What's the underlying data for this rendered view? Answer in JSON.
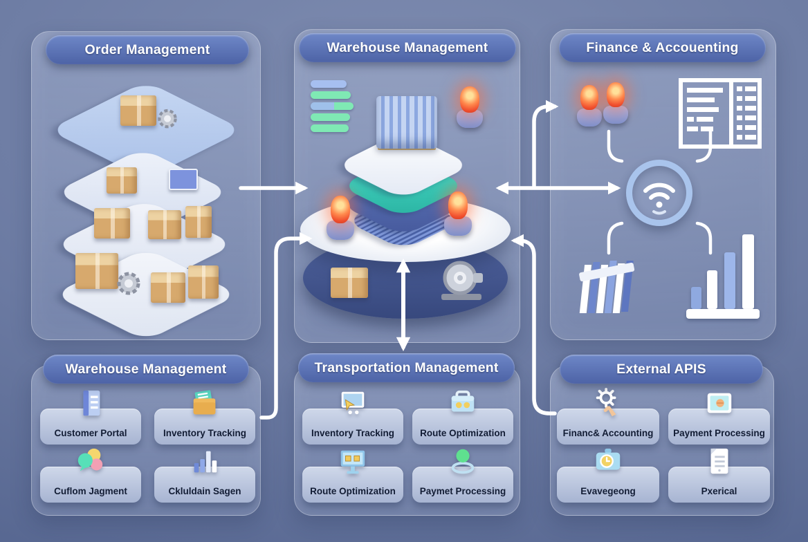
{
  "panels": {
    "order": {
      "title": "Order Management"
    },
    "warehouse_top": {
      "title": "Warehouse Management"
    },
    "finance_top": {
      "title": "Finance & Accouenting"
    },
    "warehouse_bottom": {
      "title": "Warehouse Management",
      "buttons": [
        {
          "label": "Customer Portal",
          "icon_ref": "#icon-ledger"
        },
        {
          "label": "Inventory Tracking",
          "icon_ref": "#icon-folder"
        },
        {
          "label": "Cuflom Jagment",
          "icon_ref": "#icon-chat"
        },
        {
          "label": "Ckluldain Sagen",
          "icon_ref": "#icon-minibar"
        }
      ]
    },
    "transportation": {
      "title": "Transportation Management",
      "buttons": [
        {
          "label": "Inventory Tracking",
          "icon_ref": "#icon-monitor-cursor"
        },
        {
          "label": "Route Optimization",
          "icon_ref": "#icon-briefcase"
        },
        {
          "label": "Route Optimization",
          "icon_ref": "#icon-monitor-box"
        },
        {
          "label": "Paymet Processing",
          "icon_ref": "#icon-sphere-ring"
        }
      ]
    },
    "external": {
      "title": "External APIS",
      "buttons": [
        {
          "label": "Financ& Accounting",
          "icon_ref": "#icon-gear-hand"
        },
        {
          "label": "Payment Processing",
          "icon_ref": "#icon-screen-hand"
        },
        {
          "label": "Evavegeong",
          "icon_ref": "#icon-camera-clock"
        },
        {
          "label": "Pxerical",
          "icon_ref": "#icon-document"
        }
      ]
    }
  },
  "colors": {
    "background": "#6b7aa2",
    "header_pill": "#5670b2",
    "alarm_red": "#f4512e",
    "teal_chip": "#38cbb8",
    "green_status": "#7fe9b4",
    "blue_status": "#a6bff0",
    "ring_blue": "#a9c4ec"
  }
}
